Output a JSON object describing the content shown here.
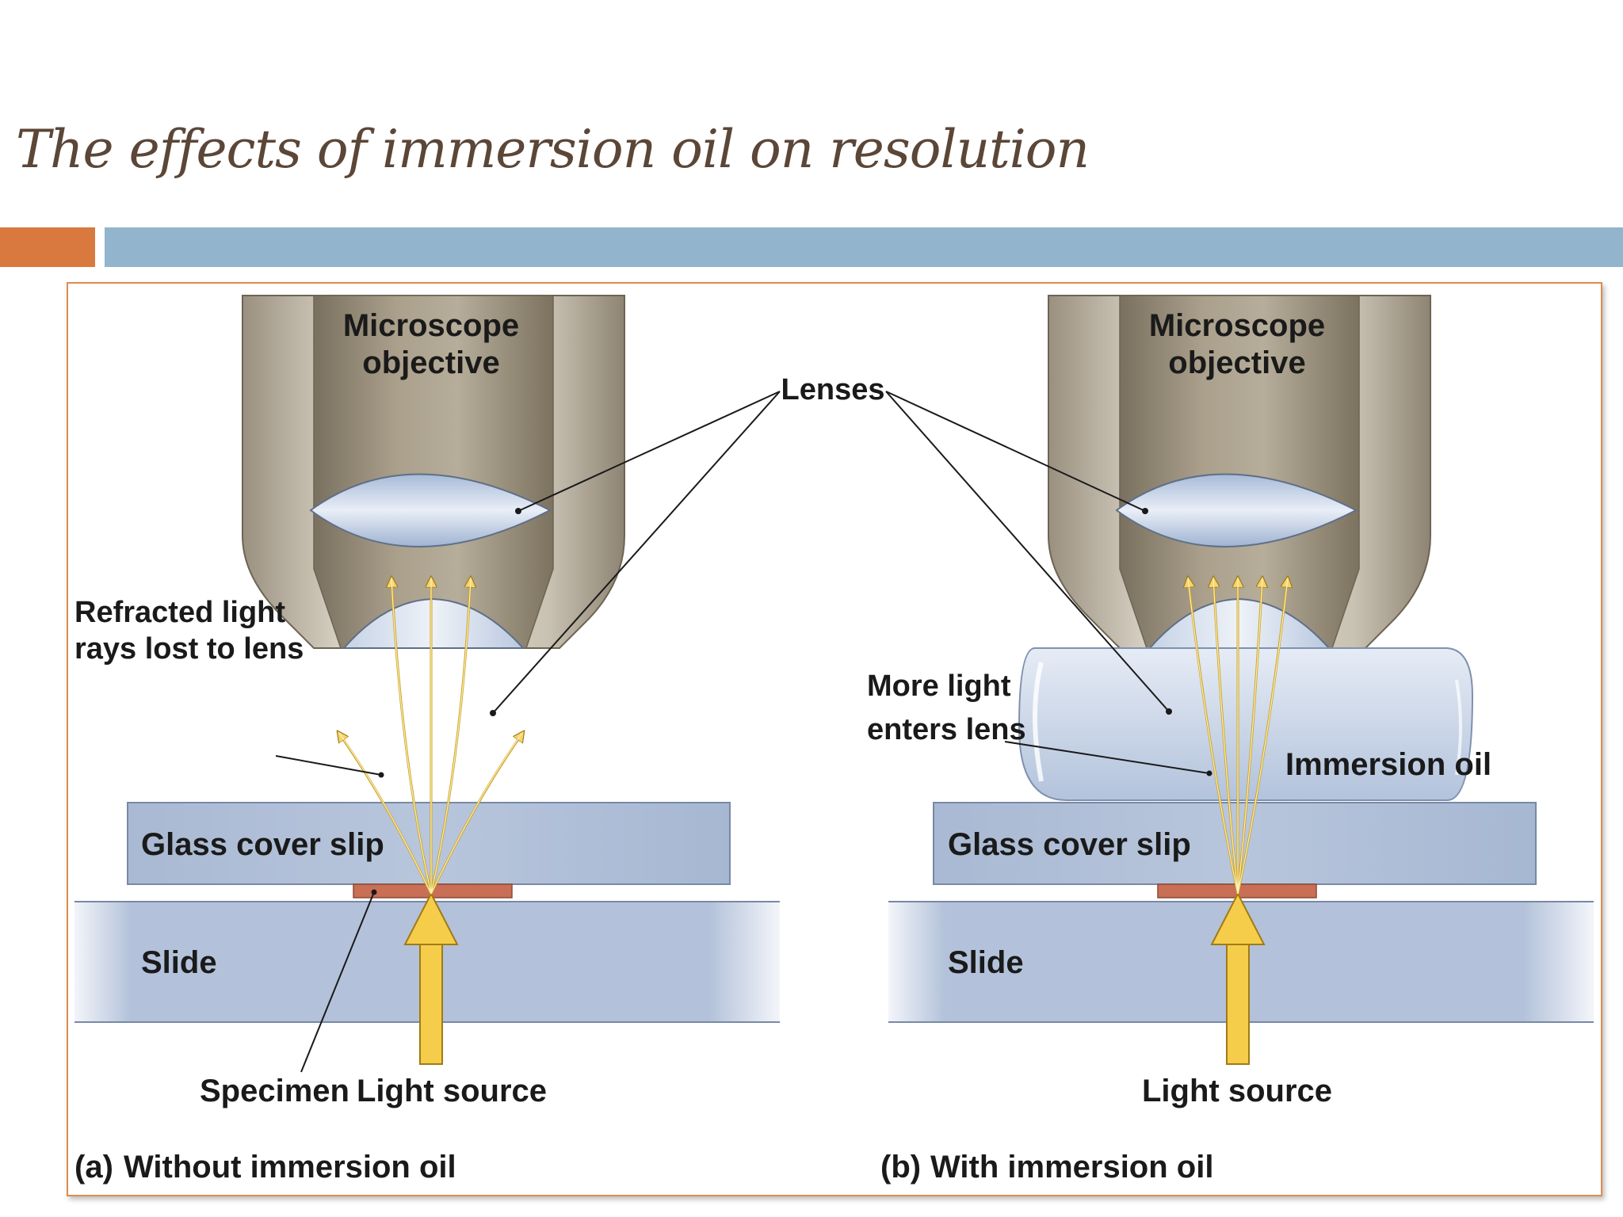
{
  "slide": {
    "title": "The effects of immersion oil on resolution"
  },
  "colors": {
    "accent_orange": "#d9793f",
    "accent_blue": "#92b4cd",
    "frame_border": "#e08a4e",
    "light_ray": "#f2c94c",
    "glass": "#b3c3dd",
    "specimen": "#c86f55"
  },
  "figure": {
    "lenses_label": "Lenses",
    "panel_a": {
      "objective_line1": "Microscope",
      "objective_line2": "objective",
      "refracted_line1": "Refracted light",
      "refracted_line2": "rays lost to lens",
      "cover_slip": "Glass cover slip",
      "slide": "Slide",
      "specimen": "Specimen",
      "light_source": "Light source",
      "caption_letter": "(a)",
      "caption_text": "Without immersion oil"
    },
    "panel_b": {
      "objective_line1": "Microscope",
      "objective_line2": "objective",
      "more_light_line1": "More light",
      "more_light_line2": "enters lens",
      "immersion_oil": "Immersion oil",
      "cover_slip": "Glass cover slip",
      "slide": "Slide",
      "light_source": "Light source",
      "caption_letter": "(b)",
      "caption_text": "With immersion oil"
    }
  }
}
